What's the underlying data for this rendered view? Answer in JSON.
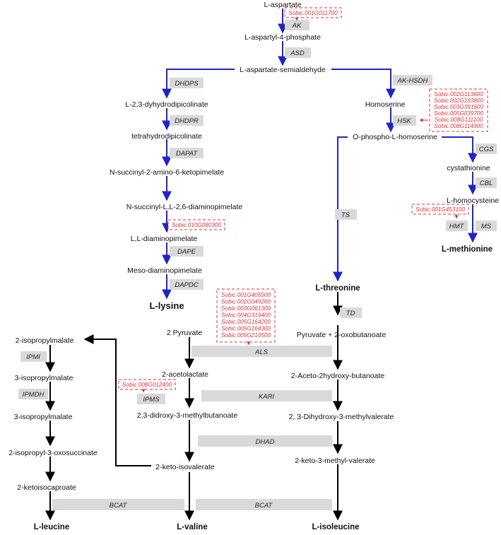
{
  "metabolites": {
    "l_aspartate": "L-aspartate",
    "l_aspartyl_4_phosphate": "L-aspartyl-4-phosphate",
    "l_aspartate_semialdehyde": "L-aspartate-semialdehyde",
    "dihydrodipicolinate": "L-2,3-dyhydrodipicolinate",
    "tetrahydrodipicolinate": "tetrahydrodipicolinate",
    "succinyl_ketopimelate": "N-succinyl-2-amino-6-ketopimelate",
    "succinyl_diaminopimelate": "N-succinyl-L,L-2,6-diaminopimelate",
    "ll_diaminopimelate": "L,L-diaminopimelate",
    "meso_diaminopimelate": "Meso-diaminopimelate",
    "l_lysine": "L-lysine",
    "homoserine": "Homoserine",
    "o_phospho_homoserine": "O-phospho-L-homoserine",
    "cystathionine": "cystathionine",
    "l_homocysteine": "L-homocysteine",
    "l_methionine": "L-methionine",
    "l_threonine": "L-threonine",
    "pyruvate_oxobutanoate": "Pyruvate + 2-oxobutanoate",
    "two_pyruvate": "2 Pyruvate",
    "acetolactate": "2-acetolactate",
    "didroxy_methylbutanoate": "2,3-didroxy-3-methylbutanoate",
    "keto_isovalerate": "2-keto-isovalerate",
    "l_valine": "L-valine",
    "aceto_hydroxy_butanoate": "2-Aceto-2hydroxy-butanoate",
    "dihydroxy_methylvalerate": "2, 3-Dihydroxy-3-methylvalerate",
    "keto_methyl_valerate": "2-keto-3-methyl-valerate",
    "l_isoleucine": "L-isoleucine",
    "isopropylmalate_2": "2-isopropylmalate",
    "isopropylmalate_3": "3-isopropylmalate",
    "isopropylmalate_3b": "3-isopropylmalate",
    "isopropyl_oxosuccinate": "2-isopropyl-3-oxosuccinate",
    "ketoisocaproate": "2-ketoisocaproate",
    "l_leucine": "L-leucine"
  },
  "enzymes": {
    "ak": "AK",
    "asd": "ASD",
    "dhdps": "DHDPS",
    "dhdpr": "DHDPR",
    "dapat": "DAPAT",
    "dape": "DAPE",
    "dapdc": "DAPDC",
    "ak_hsdh": "AK-HSDH",
    "hsk": "HSK",
    "cgs": "CGS",
    "cbl": "CBL",
    "hmt": "HMT",
    "ms": "MS",
    "ts": "TS",
    "td": "TD",
    "als": "ALS",
    "kari": "KARI",
    "dhad": "DHAD",
    "bcat_1": "BCAT",
    "bcat_2": "BCAT",
    "ipmi": "IPMI",
    "ipmdh": "IPMDH",
    "ipms": "IPMS"
  },
  "genes": {
    "ak": [
      "Sobic.001G011700"
    ],
    "dapat": [
      "Sobic.010G080300"
    ],
    "hsk": [
      "Sobic.002G113600",
      "Sobic.002G193800",
      "Sobic.003G391600",
      "Sobic.005G039700",
      "Sobic.008G111100",
      "Sobic.008G114900"
    ],
    "hmt": [
      "Sobic.001G453100"
    ],
    "als": [
      "Sobic.001G405500",
      "Sobic.002G049200",
      "Sobic.003G061300",
      "Sobic.004G319400",
      "Sobic.005G164200",
      "Sobic.005G164300",
      "Sobic.005G210500"
    ],
    "ipms": [
      "Sobic.008G012400"
    ]
  },
  "colors": {
    "aspartate_pathway_arrows": "#2323c8",
    "branched_chain_arrows": "#000000",
    "gene_highlight": "#e0303a",
    "enzyme_box": "#d9d9d9"
  }
}
